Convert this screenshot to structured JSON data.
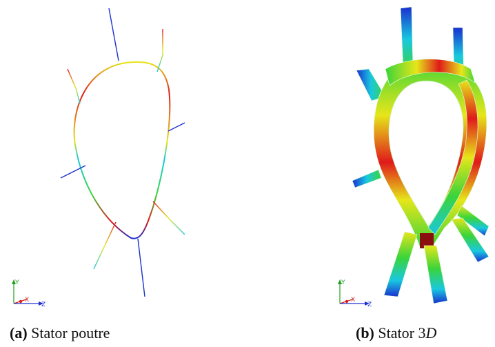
{
  "panels": [
    {
      "label": "(a)",
      "text": "Stator poutre"
    },
    {
      "label": "(b)",
      "text": "Stator 3",
      "text_italic": "D"
    }
  ],
  "axes_triad": {
    "y_label": "Y",
    "x_label": "X",
    "z_label": "Z"
  },
  "colors": {
    "low": "#1a2fd0",
    "mid_low": "#19c8e0",
    "mid": "#3ad43a",
    "mid_high": "#e6e61a",
    "high": "#e01a1a"
  }
}
